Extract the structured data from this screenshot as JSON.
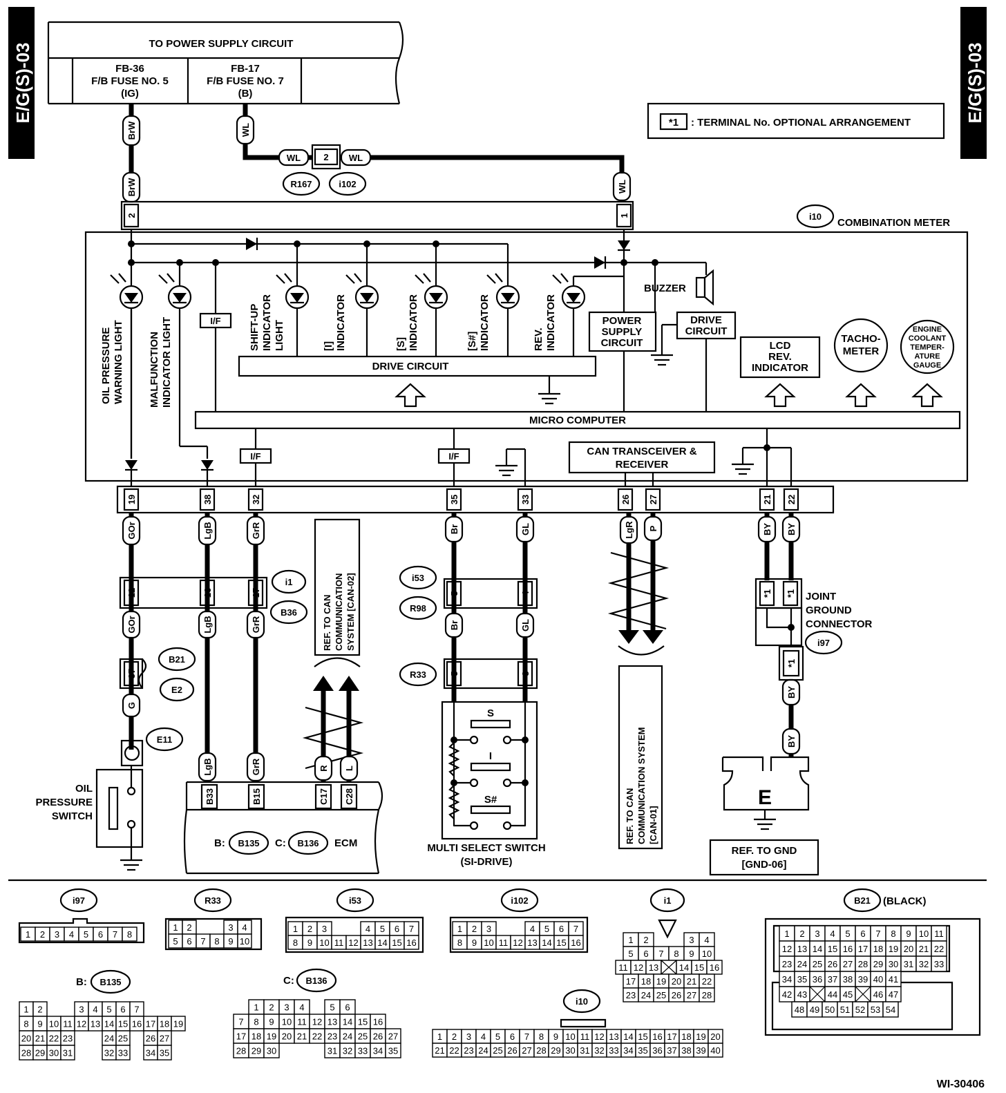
{
  "side_tab": "E/G(S)-03",
  "legend": {
    "mark": "*1",
    "text": ": TERMINAL No. OPTIONAL ARRANGEMENT"
  },
  "power": {
    "title": "TO POWER SUPPLY CIRCUIT",
    "fuse_left": [
      "FB-36",
      "F/B FUSE NO. 5",
      "(IG)"
    ],
    "fuse_right": [
      "FB-17",
      "F/B FUSE NO. 7",
      "(B)"
    ]
  },
  "wires": {
    "brw": "BrW",
    "wl": "WL",
    "gor": "GOr",
    "lgb": "LgB",
    "grr": "GrR",
    "br": "Br",
    "gl": "GL",
    "lgr": "LgR",
    "p": "P",
    "by": "BY",
    "g": "G",
    "r": "R",
    "l": "L"
  },
  "connectors": {
    "r167": "R167",
    "i102": "i102",
    "i10": "i10",
    "i1": "i1",
    "b36": "B36",
    "b21": "B21",
    "e2": "E2",
    "e11": "E11",
    "i53": "i53",
    "r98": "R98",
    "r33": "R33",
    "i97": "i97",
    "b135": "B135",
    "b136": "B136"
  },
  "pins": {
    "p2": "2",
    "p1": "1",
    "p19": "19",
    "p38": "38",
    "p32": "32",
    "p35": "35",
    "p33": "33",
    "p26": "26",
    "p27": "27",
    "p21": "21",
    "p22": "22",
    "p12": "12",
    "p16": "16",
    "p17": "17",
    "p37": "37",
    "p5": "5",
    "p4": "4",
    "p8": "8",
    "star": "*1",
    "b33": "B33",
    "b15": "B15",
    "c17": "C17",
    "c28": "C28"
  },
  "meter": {
    "title": "COMBINATION METER",
    "lamps": [
      "OIL PRESSURE\nWARNING LIGHT",
      "MALFUNCTION\nINDICATOR LIGHT",
      "SHIFT-UP\nINDICATOR\nLIGHT",
      "[I]\nINDICATOR",
      "[S]\nINDICATOR",
      "[S#]\nINDICATOR",
      "REV.\nINDICATOR"
    ],
    "if": "I/F",
    "drive_circuit": "DRIVE CIRCUIT",
    "micro": "MICRO COMPUTER",
    "power_supply": [
      "POWER",
      "SUPPLY",
      "CIRCUIT"
    ],
    "buzzer": "BUZZER",
    "buzzer_drive": [
      "DRIVE",
      "CIRCUIT"
    ],
    "lcd": [
      "LCD",
      "REV.",
      "INDICATOR"
    ],
    "tacho": [
      "TACHO-",
      "METER"
    ],
    "coolant": [
      "ENGINE",
      "COOLANT",
      "TEMPER-",
      "ATURE",
      "GAUGE"
    ],
    "can": [
      "CAN TRANSCEIVER &",
      "RECEIVER"
    ]
  },
  "labels": {
    "can02": [
      "REF. TO CAN",
      "COMMUNICATION",
      "SYSTEM [CAN-02]"
    ],
    "can01": [
      "REF. TO CAN",
      "COMMUNICATION SYSTEM",
      "[CAN-01]"
    ],
    "jgc": [
      "JOINT",
      "GROUND",
      "CONNECTOR"
    ],
    "oil_switch": [
      "OIL",
      "PRESSURE",
      "SWITCH"
    ],
    "ecm": "ECM",
    "ecm_b": "B:",
    "ecm_c": "C:",
    "mss": [
      "MULTI SELECT SWITCH",
      "(SI-DRIVE)"
    ],
    "mss_pos": [
      "S",
      "I",
      "S#"
    ],
    "ground_e": "E",
    "gnd": [
      "REF. TO GND",
      "[GND-06]"
    ],
    "drawing_id": "WI-30406"
  },
  "face_views": {
    "i97": {
      "name": "i97",
      "rows": [
        [
          "1",
          "2",
          "3",
          "4",
          "5",
          "6",
          "7",
          "8"
        ]
      ]
    },
    "r33": {
      "name": "R33",
      "rows": [
        [
          "1",
          "2",
          "",
          "",
          "3",
          "4"
        ],
        [
          "5",
          "6",
          "7",
          "8",
          "9",
          "10"
        ]
      ]
    },
    "i53": {
      "name": "i53",
      "rows": [
        [
          "1",
          "2",
          "3",
          "",
          "",
          "4",
          "5",
          "6",
          "7"
        ],
        [
          "8",
          "9",
          "10",
          "11",
          "12",
          "13",
          "14",
          "15",
          "16"
        ]
      ]
    },
    "i102": {
      "name": "i102",
      "rows": [
        [
          "1",
          "2",
          "3",
          "",
          "",
          "4",
          "5",
          "6",
          "7"
        ],
        [
          "8",
          "9",
          "10",
          "11",
          "12",
          "13",
          "14",
          "15",
          "16"
        ]
      ]
    },
    "i1": {
      "name": "i1",
      "rows": [
        [
          "1",
          "2",
          "",
          "",
          "3",
          "4"
        ],
        [
          "5",
          "6",
          "7",
          "8",
          "9",
          "10"
        ],
        [
          "11",
          "12",
          "13",
          "X",
          "14",
          "15",
          "16"
        ],
        [
          "17",
          "18",
          "19",
          "20",
          "21",
          "22"
        ],
        [
          "23",
          "24",
          "25",
          "26",
          "27",
          "28"
        ]
      ]
    },
    "b21": {
      "name": "B21",
      "note": "(BLACK)",
      "rows": [
        [
          "1",
          "2",
          "3",
          "4",
          "5",
          "6",
          "7",
          "8",
          "9",
          "10",
          "11"
        ],
        [
          "12",
          "13",
          "14",
          "15",
          "16",
          "17",
          "18",
          "19",
          "20",
          "21",
          "22"
        ],
        [
          "23",
          "24",
          "25",
          "26",
          "27",
          "28",
          "29",
          "30",
          "31",
          "32",
          "33"
        ],
        [
          "34",
          "35",
          "36",
          "37",
          "38",
          "39",
          "40",
          "41"
        ],
        [
          "42",
          "43",
          "X",
          "44",
          "45",
          "X",
          "46",
          "47"
        ],
        [
          "48",
          "49",
          "50",
          "51",
          "52",
          "53",
          "54"
        ]
      ]
    },
    "b135": {
      "prefix": "B:",
      "name": "B135",
      "rows": [
        [
          "1",
          "2",
          "",
          "",
          "3",
          "4",
          "5",
          "6",
          "7"
        ],
        [
          "8",
          "9",
          "10",
          "11",
          "12",
          "13",
          "14",
          "15",
          "16",
          "17",
          "18",
          "19"
        ],
        [
          "20",
          "21",
          "22",
          "23",
          "",
          "",
          "24",
          "25",
          "",
          "26",
          "27"
        ],
        [
          "28",
          "29",
          "30",
          "31",
          "",
          "",
          "32",
          "33",
          "",
          "34",
          "35"
        ]
      ]
    },
    "b136": {
      "prefix": "C:",
      "name": "B136",
      "rows": [
        [
          "1",
          "2",
          "3",
          "4",
          "",
          "5",
          "6"
        ],
        [
          "7",
          "8",
          "9",
          "10",
          "11",
          "12",
          "13",
          "14",
          "15",
          "16"
        ],
        [
          "17",
          "18",
          "19",
          "20",
          "21",
          "22",
          "23",
          "24",
          "25",
          "26",
          "27"
        ],
        [
          "28",
          "29",
          "30",
          "",
          "",
          "",
          "31",
          "32",
          "33",
          "34",
          "35"
        ]
      ]
    },
    "i10": {
      "name": "i10",
      "rows": [
        [
          "1",
          "2",
          "3",
          "4",
          "5",
          "6",
          "7",
          "8",
          "9",
          "10",
          "11",
          "12",
          "13",
          "14",
          "15",
          "16",
          "17",
          "18",
          "19",
          "20"
        ],
        [
          "21",
          "22",
          "23",
          "24",
          "25",
          "26",
          "27",
          "28",
          "29",
          "30",
          "31",
          "32",
          "33",
          "34",
          "35",
          "36",
          "37",
          "38",
          "39",
          "40"
        ]
      ]
    }
  }
}
